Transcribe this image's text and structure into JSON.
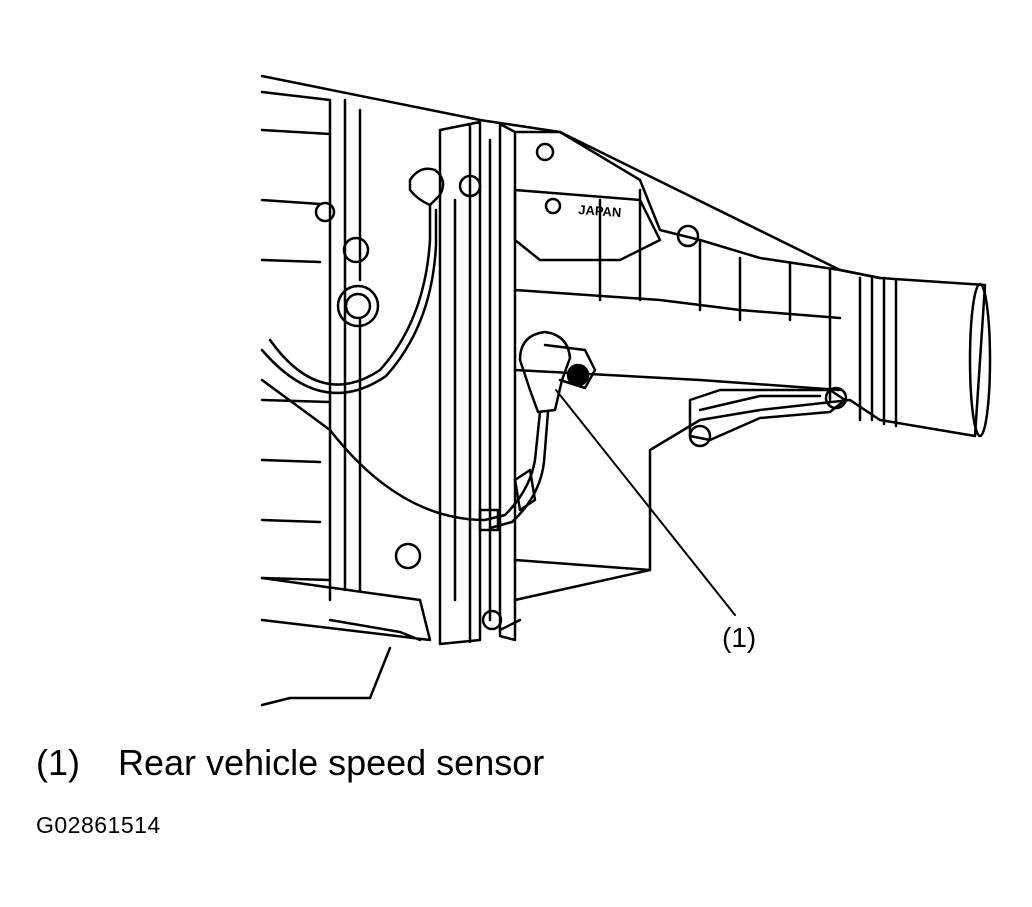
{
  "diagram": {
    "embossed_text": "JAPAN",
    "callout_marker": "(1)"
  },
  "legend": [
    {
      "number": "(1)",
      "label": "Rear vehicle speed sensor"
    }
  ],
  "figure_id": "G02861514",
  "colors": {
    "line": "#000000",
    "background": "#ffffff"
  }
}
